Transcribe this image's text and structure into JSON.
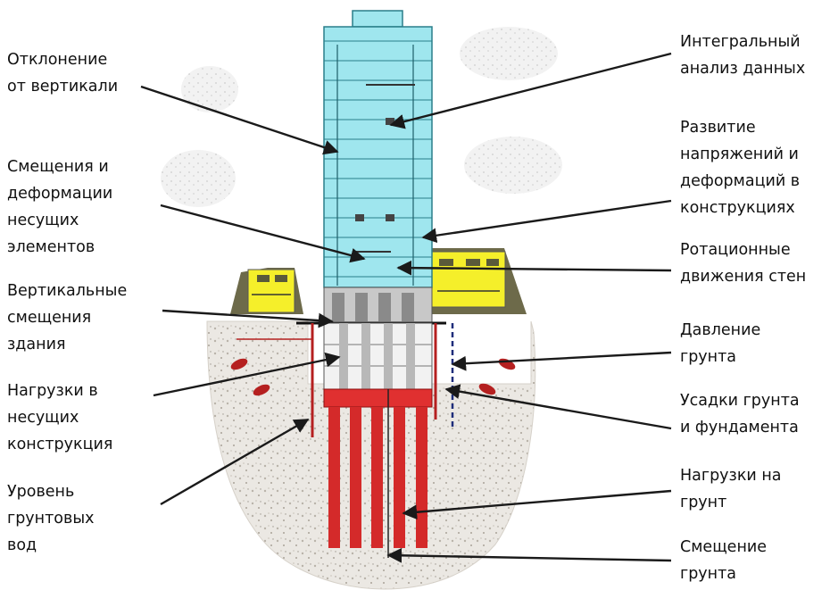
{
  "labels_left": [
    {
      "id": "verticality",
      "lines": [
        "Отклонение",
        "от вертикали"
      ]
    },
    {
      "id": "bearing-deformation",
      "lines": [
        "Смещения и",
        "деформации",
        "несущих",
        "элементов"
      ]
    },
    {
      "id": "vertical-settlement",
      "lines": [
        "Вертикальные",
        "смещения",
        "здания"
      ]
    },
    {
      "id": "structure-loads",
      "lines": [
        "Нагрузки в",
        "несущих",
        "конструкция"
      ]
    },
    {
      "id": "groundwater-level",
      "lines": [
        "Уровень",
        "грунтовых",
        "вод"
      ]
    }
  ],
  "labels_right": [
    {
      "id": "integral-analysis",
      "lines": [
        "Интегральный",
        "анализ данных"
      ]
    },
    {
      "id": "stress-development",
      "lines": [
        "Развитие",
        "напряжений и",
        "деформаций в",
        "конструкциях"
      ]
    },
    {
      "id": "wall-rotation",
      "lines": [
        "Ротационные",
        "движения стен"
      ]
    },
    {
      "id": "earth-pressure",
      "lines": [
        "Давление",
        "грунта"
      ]
    },
    {
      "id": "soil-foundation-settlement",
      "lines": [
        "Усадки грунта",
        "и фундамента"
      ]
    },
    {
      "id": "soil-loads",
      "lines": [
        "Нагрузки на",
        "грунт"
      ]
    },
    {
      "id": "soil-displacement",
      "lines": [
        "Смещение",
        "грунта"
      ]
    }
  ],
  "colors": {
    "tower": "#9fe6ee",
    "tower_stroke": "#2a7f8a",
    "piles": "#d42a2a",
    "pile_cap": "#e03030",
    "adjacent_buildings": "#f5ef2a",
    "basement": "#c8c8c8",
    "soil": "#e6e2dc",
    "arrows": "#1a1a1a",
    "wall_anchors": "#b52020",
    "water_sensor": "#1e2d7a"
  }
}
